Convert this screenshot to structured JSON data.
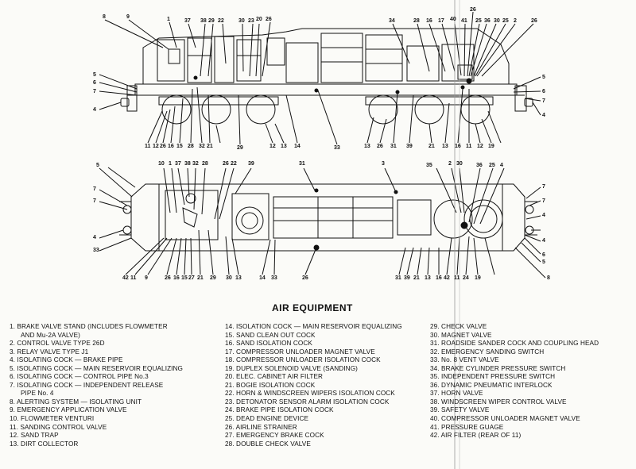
{
  "title": "AIR EQUIPMENT",
  "legend": [
    [
      "1. BRAKE VALVE STAND (INCLUDES FLOWMETER",
      "AND Mu-2A VALVE)",
      "2. CONTROL VALVE TYPE 26D",
      "3. RELAY VALVE TYPE J1",
      "4. ISOLATING COCK — BRAKE PIPE",
      "5. ISOLATING COCK — MAIN RESERVOIR EQUALIZING",
      "6. ISOLATING COCK — CONTROL PIPE No.3",
      "7. ISOLATING COCK — INDEPENDENT RELEASE",
      "PIPE No. 4",
      "8. ALERTING SYSTEM — ISOLATING UNIT",
      "9. EMERGENCY APPLICATION VALVE",
      "10. FLOWMETER VENTURI",
      "11. SANDING CONTROL VALVE",
      "12. SAND TRAP",
      "13. DIRT COLLECTOR"
    ],
    [
      "14. ISOLATION COCK — MAIN RESERVOIR EQUALIZING",
      "15. SAND CLEAN OUT COCK",
      "16. SAND ISOLATION COCK",
      "17. COMPRESSOR UNLOADER MAGNET VALVE",
      "18. COMPRESSOR UNLOADER ISOLATION COCK",
      "19. DUPLEX SOLENOID VALVE (SANDING)",
      "20. ELEC. CABINET AIR FILTER",
      "21. BOGIE ISOLATION COCK",
      "22. HORN & WINDSCREEN WIPERS ISOLATION COCK",
      "23. DETONATOR SENSOR ALARM ISOLATION COCK",
      "24. BRAKE PIPE ISOLATION COCK",
      "25. DEAD ENGINE DEVICE",
      "26. AIRLINE STRAINER",
      "27. EMERGENCY BRAKE COCK",
      "28. DOUBLE CHECK VALVE"
    ],
    [
      "29. CHECK VALVE",
      "30. MAGNET VALVE",
      "31. ROADSIDE SANDER COCK AND COUPLING HEAD",
      "32. EMERGENCY SANDING SWITCH",
      "33. No. 8 VENT VALVE",
      "34. BRAKE CYLINDER PRESSURE SWITCH",
      "35. INDEPENDENT PRESSURE SWITCH",
      "36. DYNAMIC PNEUMATIC INTERLOCK",
      "37. HORN VALVE",
      "38. WINDSCREEN WIPER CONTROL VALVE",
      "39. SAFETY VALVE",
      "40. COMPRESSOR UNLOADER MAGNET VALVE",
      "41. PRESSURE GUAGE",
      "42. AIR FILTER (REAR OF 11)"
    ]
  ],
  "callouts_side": [
    "8",
    "9",
    "1",
    "37",
    "38",
    "29",
    "22",
    "30",
    "23",
    "20",
    "26",
    "34",
    "28",
    "16",
    "17",
    "40",
    "41",
    "26",
    "25",
    "36",
    "30",
    "25",
    "2",
    "26",
    "5",
    "6",
    "7",
    "4",
    "5",
    "6",
    "7",
    "4",
    "11",
    "12",
    "26",
    "16",
    "15",
    "28",
    "32",
    "21",
    "29",
    "33",
    "12",
    "13",
    "14",
    "13",
    "26",
    "31",
    "39",
    "21",
    "13",
    "16",
    "11",
    "12",
    "19"
  ],
  "callouts_plan": [
    "5",
    "10",
    "1",
    "37",
    "38",
    "32",
    "28",
    "26",
    "22",
    "39",
    "31",
    "3",
    "35",
    "2",
    "30",
    "36",
    "25",
    "4",
    "7",
    "7",
    "4",
    "33",
    "4",
    "7",
    "7",
    "4",
    "6",
    "5",
    "8",
    "42",
    "11",
    "9",
    "26",
    "16",
    "15",
    "27",
    "21",
    "29",
    "30",
    "13",
    "14",
    "33",
    "26",
    "31",
    "39",
    "21",
    "13",
    "16",
    "42",
    "11",
    "24",
    "19"
  ]
}
